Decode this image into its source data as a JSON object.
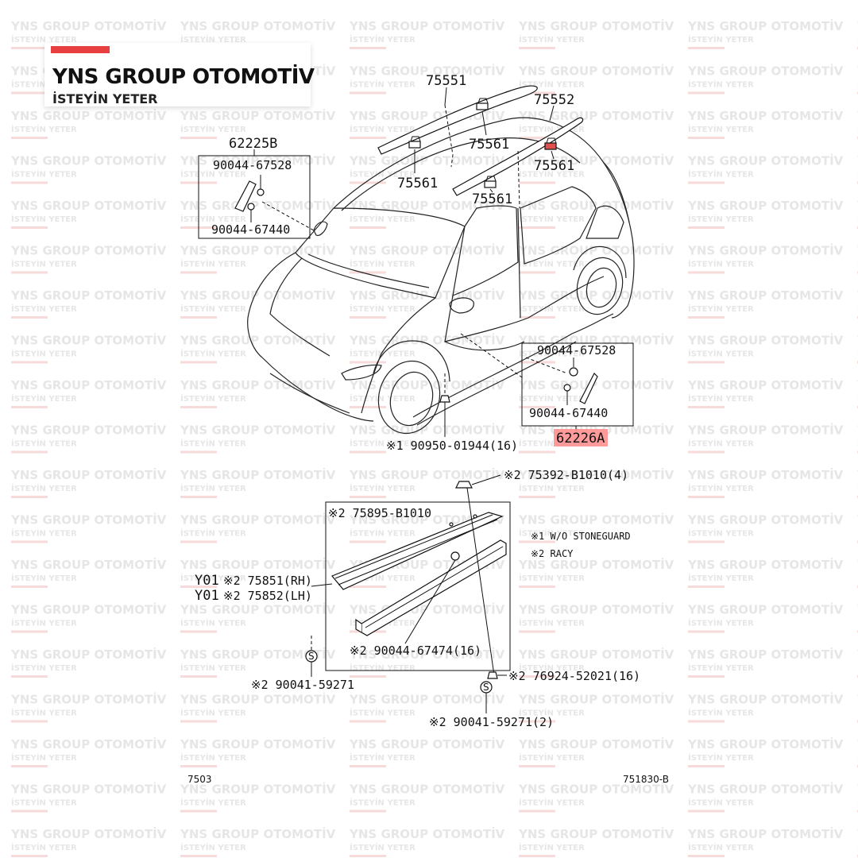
{
  "brand": {
    "title": "YNS GROUP OTOMOTİV",
    "subtitle": "İSTEYİN YETER",
    "accent_color": "#e84040"
  },
  "watermark": {
    "line1": "YNS GROUP OTOMOTİV",
    "line2": "İSTEYİN YETER"
  },
  "labels": {
    "p75551": "75551",
    "p75552": "75552",
    "p75561_a": "75561",
    "p75561_b": "75561",
    "p75561_c": "75561",
    "p75561_d": "75561",
    "p62225b": "62225B",
    "p90044_67528_a": "90044-67528",
    "p90044_67440_a": "90044-67440",
    "p90044_67528_b": "90044-67528",
    "p90044_67440_b": "90044-67440",
    "p62226a": "62226A",
    "p90950": "※1 90950-01944(16)",
    "p75392": "※2 75392-B1010(4)",
    "p75895": "※2 75895-B1010",
    "note1": "※1 W/O STONEGUARD",
    "note2": "※2 RACY",
    "y01_rh_code": "Y01",
    "y01_rh": "※2 75851(RH)",
    "y01_lh_code": "Y01",
    "y01_lh": "※2 75852(LH)",
    "p90044_67474": "※2 90044-67474(16)",
    "p76924": "※2 76924-52021(16)",
    "p90041_a": "※2 90041-59271",
    "p90041_b": "※2 90041-59271(2)",
    "page_left": "7503",
    "page_right": "751830-B",
    "highlight_color": "#ff8080"
  }
}
